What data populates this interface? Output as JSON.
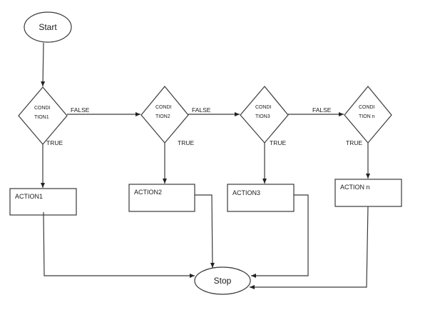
{
  "flowchart": {
    "start": {
      "label": "Start"
    },
    "stop": {
      "label": "Stop"
    },
    "conditions": [
      {
        "line1": "CONDI",
        "line2": "TION1"
      },
      {
        "line1": "CONDI",
        "line2": "TION2"
      },
      {
        "line1": "CONDI",
        "line2": "TION3"
      },
      {
        "line1": "CONDI",
        "line2": "TION n"
      }
    ],
    "actions": [
      {
        "label": "ACTION1"
      },
      {
        "label": "ACTION2"
      },
      {
        "label": "ACTION3"
      },
      {
        "label": "ACTION n"
      }
    ],
    "edge_labels": {
      "false": "FALSE",
      "true": "TRUE"
    }
  }
}
